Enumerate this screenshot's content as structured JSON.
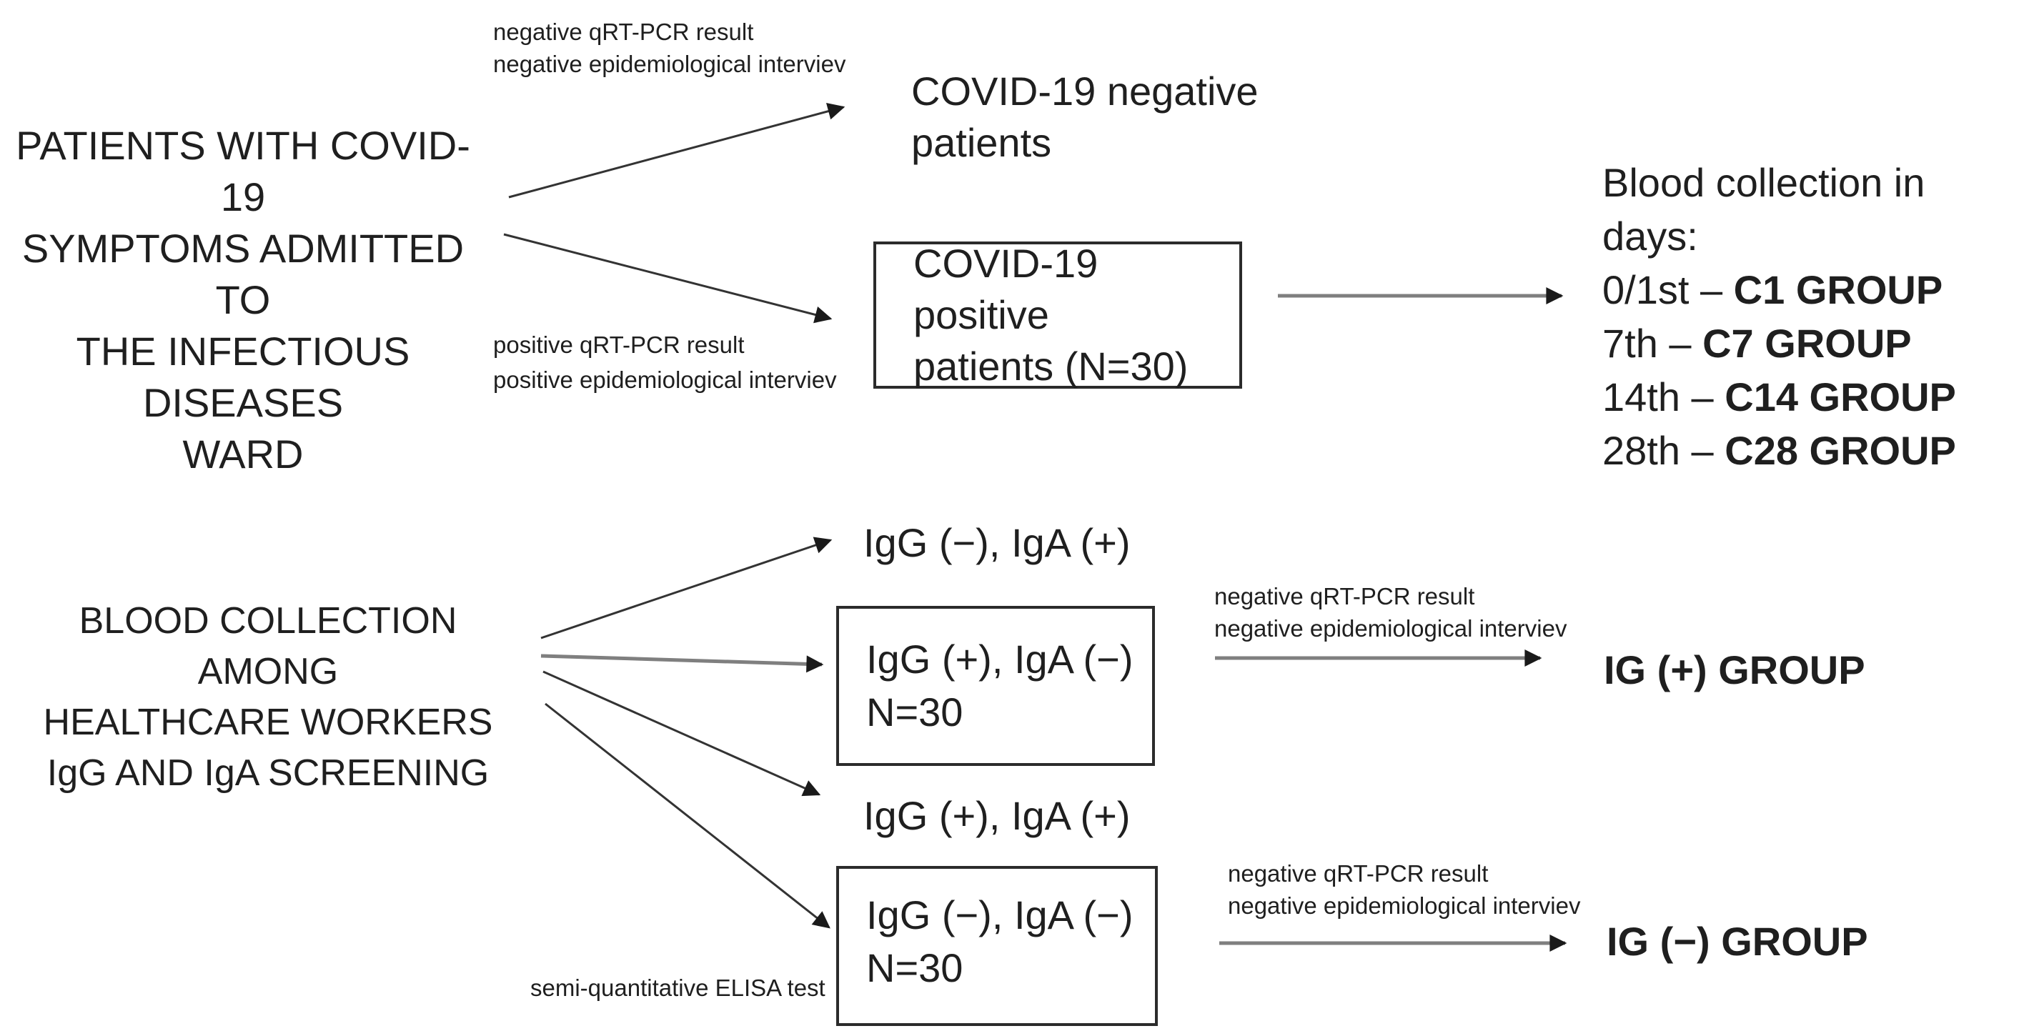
{
  "colors": {
    "background": "#ffffff",
    "text": "#1f1f1f",
    "box_border": "#2b2b2b",
    "arrow_thin": "#333333",
    "arrow_gray": "#7f7f7f",
    "arrow_head": "#1a1a1a"
  },
  "top_flow": {
    "source": {
      "lines": [
        "PATIENTS WITH COVID-19",
        "SYMPTOMS ADMITTED TO",
        "THE INFECTIOUS DISEASES",
        "WARD"
      ]
    },
    "negative_annotation": {
      "lines": [
        "negative qRT-PCR result",
        "negative epidemiological interviev"
      ]
    },
    "positive_annotation": {
      "lines": [
        "positive qRT-PCR result",
        "positive epidemiological interviev"
      ]
    },
    "negative_outcome": {
      "lines": [
        "COVID-19 negative",
        "patients"
      ]
    },
    "positive_outcome": {
      "lines": [
        "COVID-19 positive",
        "patients (N=30)"
      ]
    },
    "blood_collection": {
      "title": "Blood collection in days:",
      "entries": [
        {
          "prefix": "0/1st – ",
          "group": "C1 GROUP"
        },
        {
          "prefix": "7th – ",
          "group": "C7 GROUP"
        },
        {
          "prefix": "14th – ",
          "group": "C14 GROUP"
        },
        {
          "prefix": "28th – ",
          "group": "C28 GROUP"
        }
      ]
    }
  },
  "bottom_flow": {
    "source": {
      "lines": [
        "BLOOD COLLECTION AMONG",
        "HEALTHCARE WORKERS",
        "IgG AND IgA SCREENING"
      ]
    },
    "elisa_annotation": "semi-quantitative ELISA test",
    "branch_iga_pos": {
      "label": "IgG (−), IgA (+)"
    },
    "branch_igg_pos": {
      "lines": [
        "IgG (+), IgA (−)",
        "N=30"
      ]
    },
    "branch_both_pos": {
      "label": "IgG (+), IgA (+)"
    },
    "branch_both_neg": {
      "lines": [
        "IgG (−), IgA (−)",
        "N=30"
      ]
    },
    "ig_pos_annotation": {
      "lines": [
        "negative qRT-PCR result",
        "negative epidemiological interviev"
      ]
    },
    "ig_neg_annotation": {
      "lines": [
        "negative qRT-PCR result",
        "negative epidemiological interviev"
      ]
    },
    "ig_pos_group": "IG (+) GROUP",
    "ig_neg_group": "IG (−) GROUP"
  }
}
